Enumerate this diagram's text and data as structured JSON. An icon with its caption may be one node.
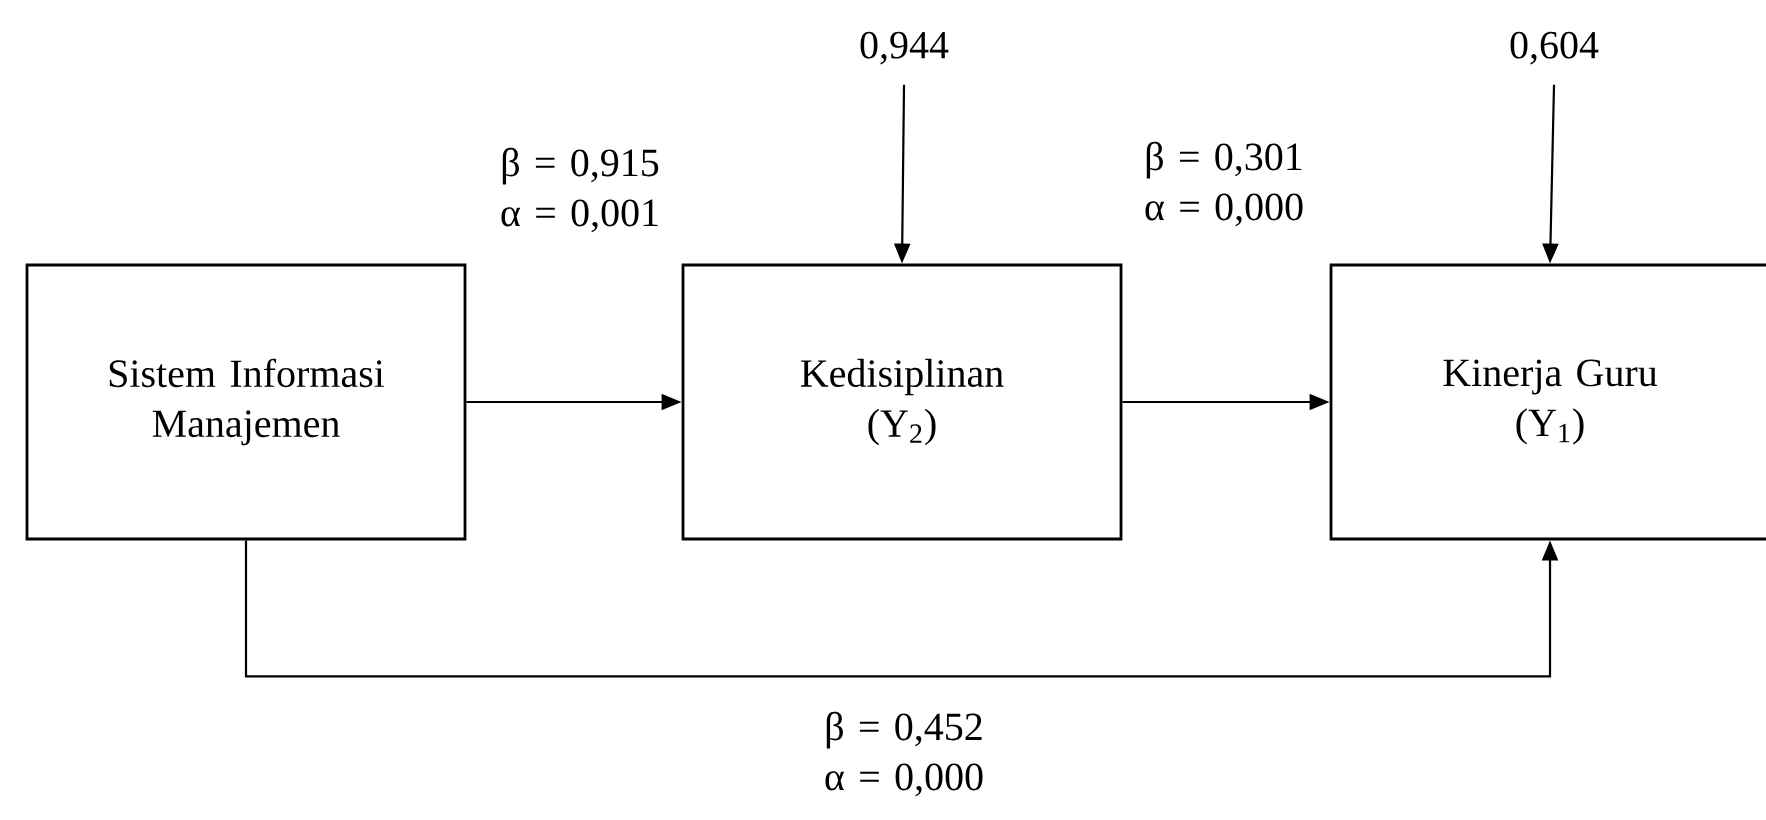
{
  "diagram": {
    "nodes": [
      {
        "text": [
          "Sistem Informasi Manajemen"
        ]
      },
      {
        "text": [
          "Kedisiplinan",
          "(Y$_{2}$)"
        ]
      },
      {
        "text": [
          "Kinerja Guru",
          "(Y$_{1}$)"
        ]
      },
      {
        "text": [
          "0,944"
        ]
      },
      {
        "text": [
          "0,604"
        ]
      }
    ],
    "edges": [
      {
        "from": 0,
        "to": 1,
        "arrow": "to",
        "label": "β = 0,915 α = 0,001"
      },
      {
        "from": 1,
        "to": 2,
        "arrow": "to",
        "label": "β = 0,301 α = 0,000"
      },
      {
        "from": 0,
        "to": 2,
        "arrow": "to",
        "label": "β = 0,452 α = 0,000"
      },
      {
        "from": 3,
        "to": 1,
        "arrow": "to"
      },
      {
        "from": 4,
        "to": 2,
        "arrow": "to"
      }
    ]
  }
}
